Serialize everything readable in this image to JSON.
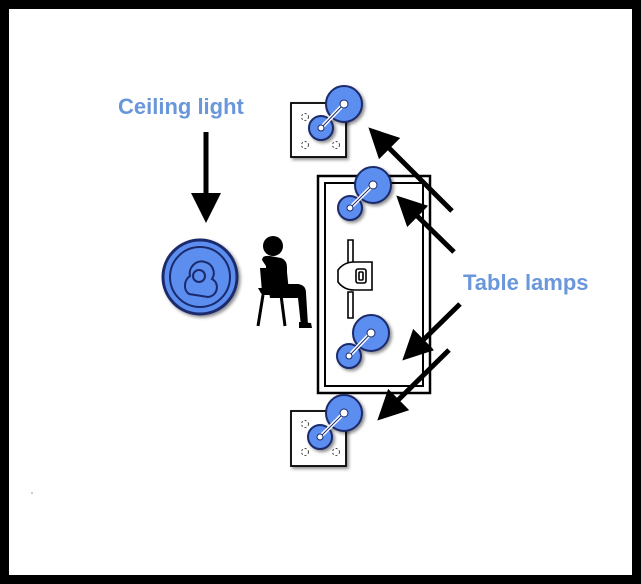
{
  "labels": {
    "ceiling_light": "Ceiling light",
    "table_lamps": "Table lamps"
  },
  "colors": {
    "lamp_blue": "#5b8ef0",
    "label_blue": "#6a97da",
    "line": "#000000",
    "frame": "#000000",
    "background": "#ffffff"
  },
  "icons": {
    "ceiling_light": "ceiling-light-icon",
    "table_lamp": "desk-lamp-icon",
    "person": "seated-person-icon",
    "table": "table-icon",
    "stand": "lamp-stand-icon"
  },
  "lamp_counts": {
    "on_table": 2,
    "on_stands": 2,
    "total": 4
  }
}
